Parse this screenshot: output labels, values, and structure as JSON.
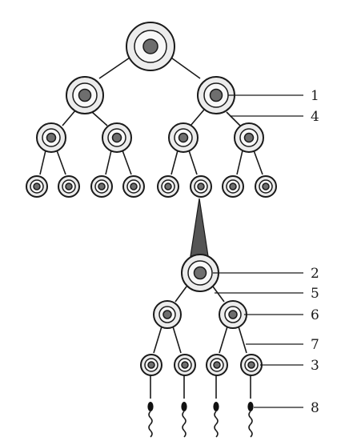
{
  "diagram": {
    "labels": [
      {
        "id": "label-1",
        "text": "1"
      },
      {
        "id": "label-4",
        "text": "4"
      },
      {
        "id": "label-2",
        "text": "2"
      },
      {
        "id": "label-5",
        "text": "5"
      },
      {
        "id": "label-6",
        "text": "6"
      },
      {
        "id": "label-7",
        "text": "7"
      },
      {
        "id": "label-3",
        "text": "3"
      },
      {
        "id": "label-8",
        "text": "8"
      }
    ],
    "colors": {
      "outline": "#1a1a1a",
      "cell_fill": "#ececec",
      "nucleus_fill": "#6e6e6e",
      "funnel_fill": "#555555"
    }
  }
}
